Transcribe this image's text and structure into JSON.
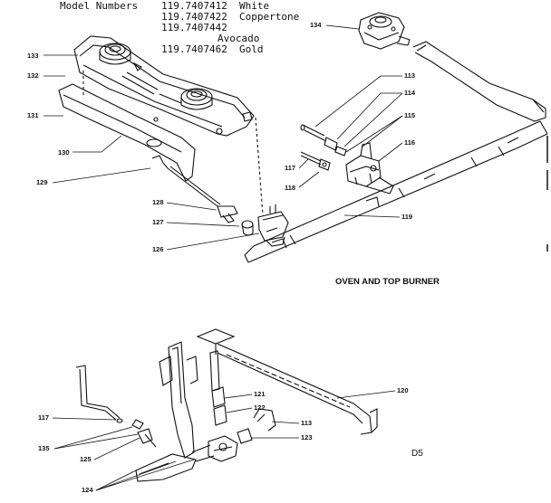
{
  "header": {
    "model_label": "Model Numbers",
    "models": [
      {
        "number": "119.7407412",
        "color": "White"
      },
      {
        "number": "119.7407422",
        "color": "Coppertone"
      },
      {
        "number": "119.7407442",
        "color": ""
      },
      {
        "number": "",
        "color": "Avocado"
      },
      {
        "number": "119.7407462",
        "color": "Gold"
      }
    ]
  },
  "section_title": "OVEN AND TOP BURNER",
  "page_code": "D5",
  "callouts": {
    "p113a": "113",
    "p114": "114",
    "p115": "115",
    "p116": "116",
    "p117a": "117",
    "p118": "118",
    "p119": "119",
    "p126": "126",
    "p127": "127",
    "p128": "128",
    "p129": "129",
    "p130": "130",
    "p131": "131",
    "p132": "132",
    "p133": "133",
    "p134": "134",
    "p120": "120",
    "p121": "121",
    "p122": "122",
    "p123": "123",
    "p113b": "113",
    "p117b": "117",
    "p135": "135",
    "p125": "125",
    "p124": "124"
  }
}
